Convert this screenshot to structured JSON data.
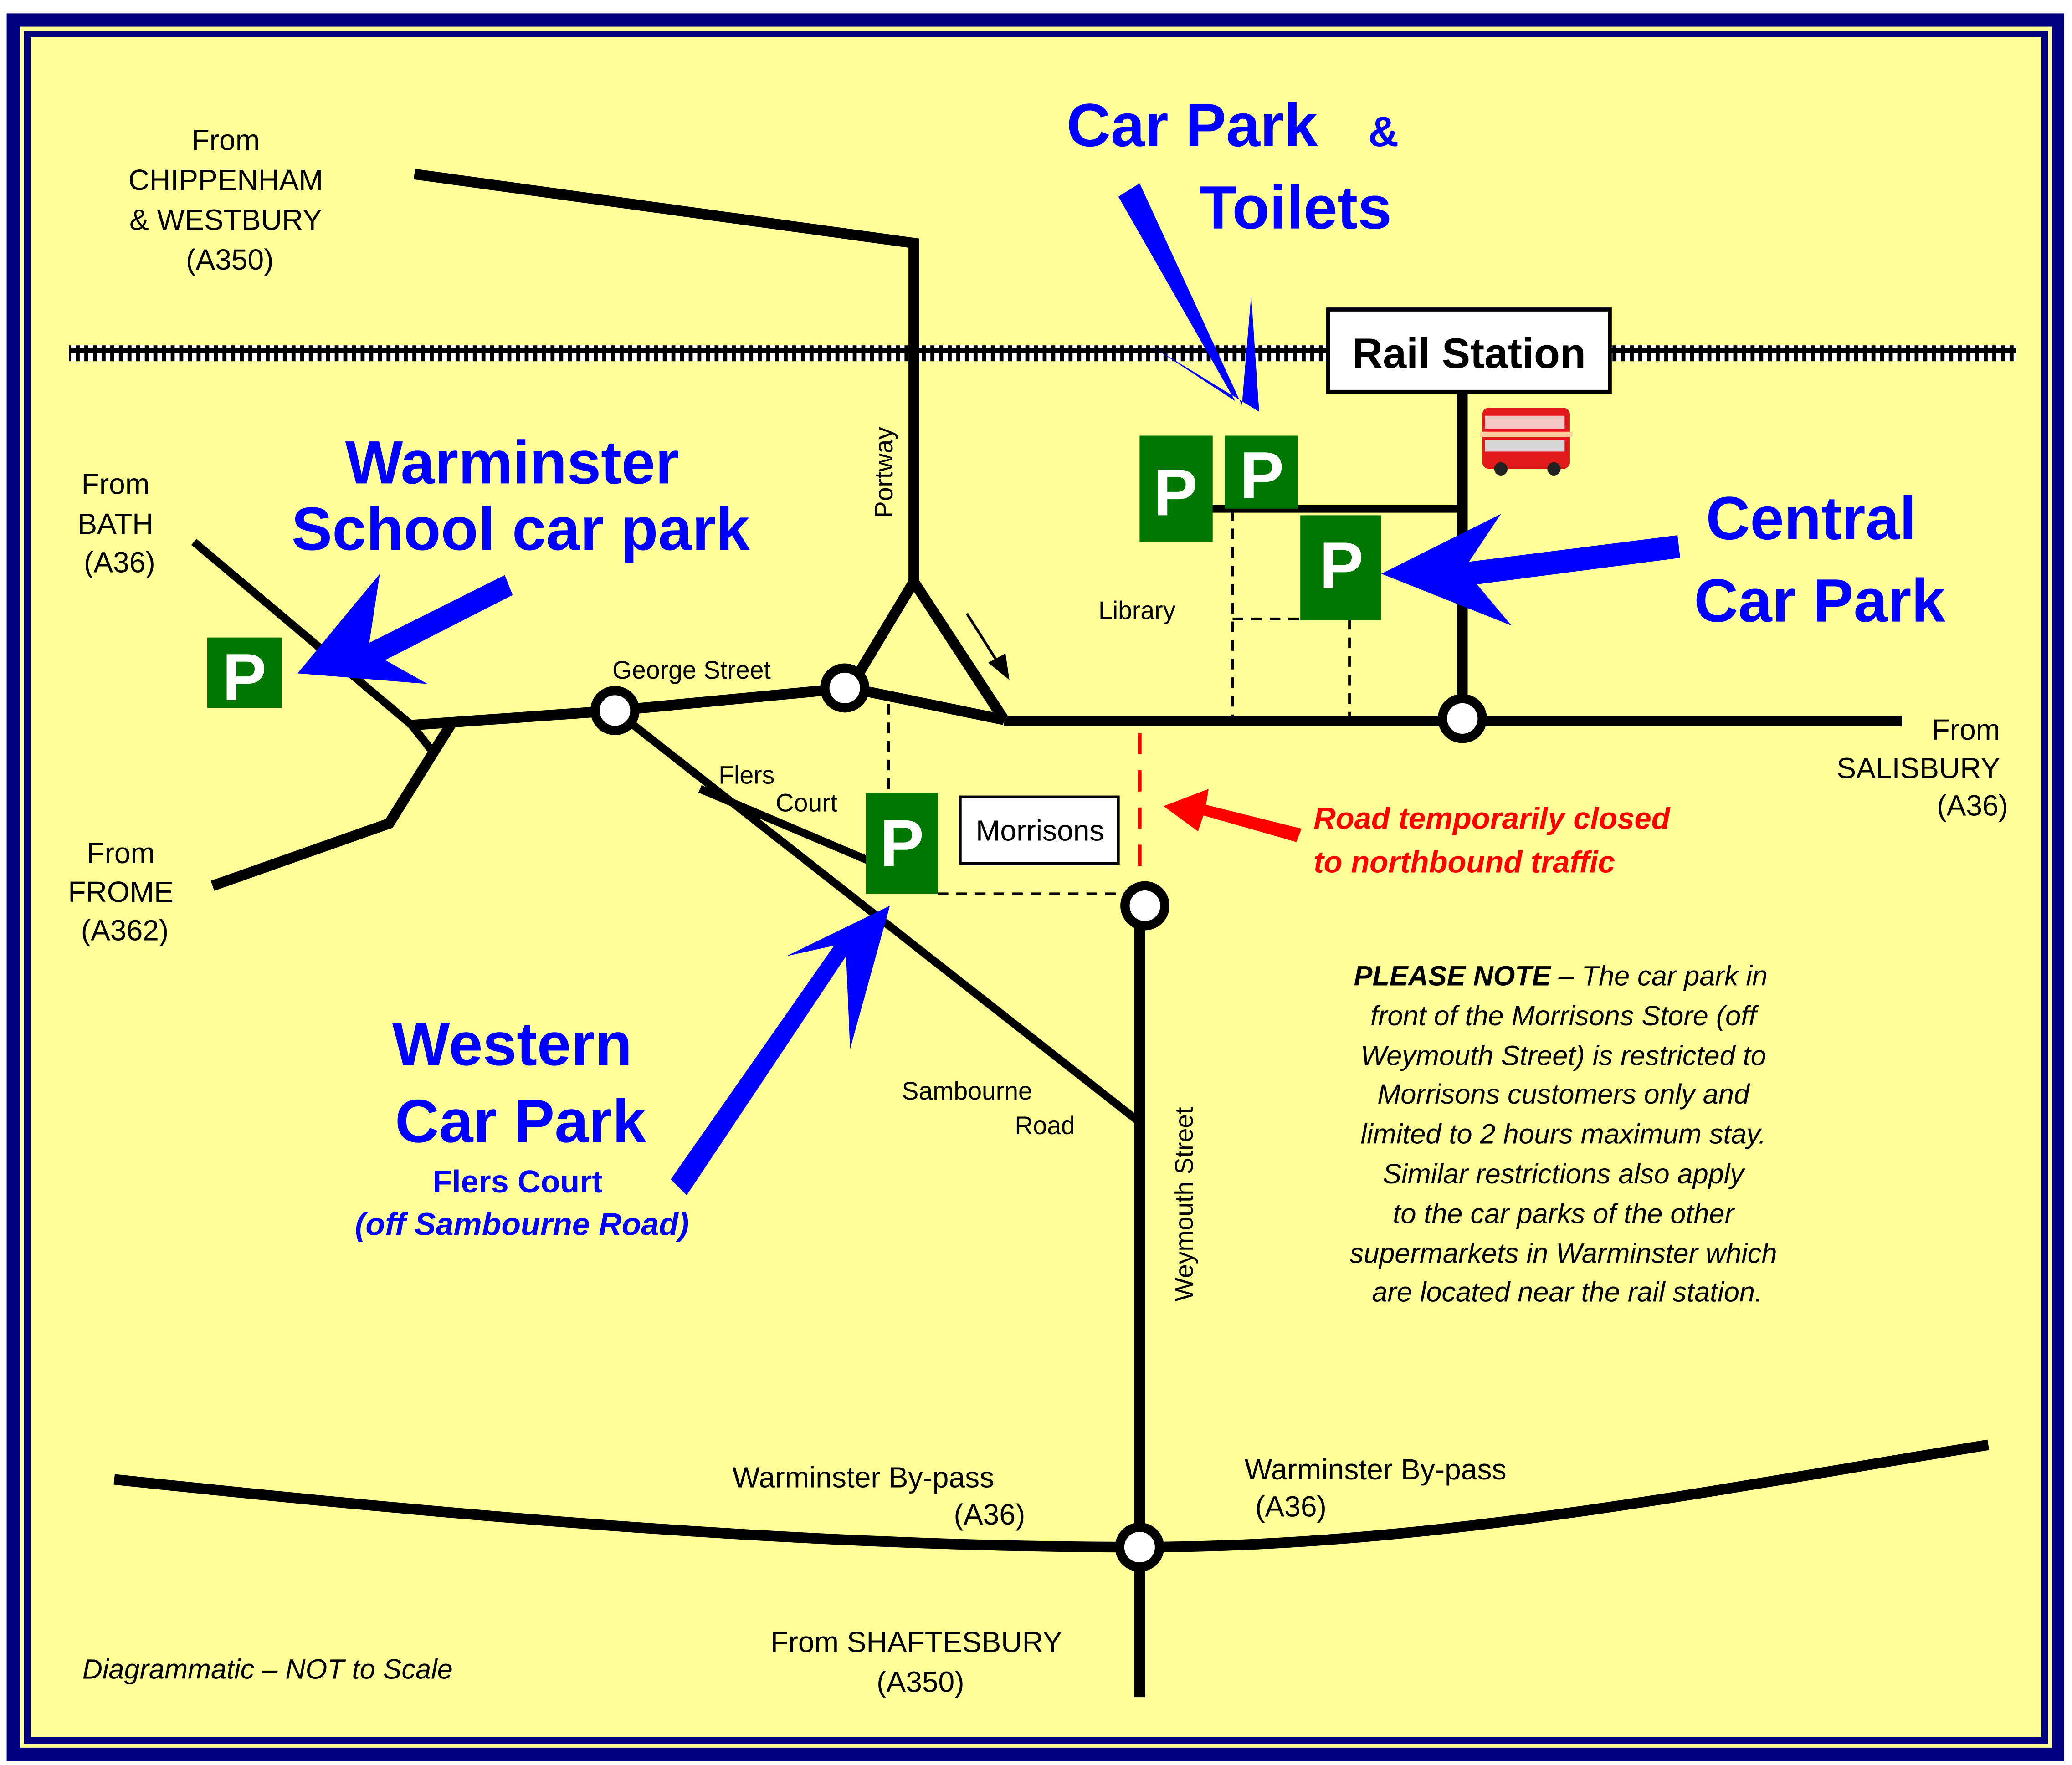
{
  "map": {
    "colors": {
      "background": "#ffff99",
      "frame": "#000080",
      "car_park_sign": "#007700",
      "callout_blue": "#0000ff",
      "closure_red": "#ff0000"
    },
    "origins": {
      "chippenham": [
        "From",
        "CHIPPENHAM",
        "& WESTBURY",
        "(A350)"
      ],
      "bath": [
        "From",
        "BATH",
        "(A36)"
      ],
      "frome": [
        "From",
        "FROME",
        "(A362)"
      ],
      "salisbury": [
        "From",
        "SALISBURY",
        "(A36)"
      ],
      "shaftesbury": [
        "From SHAFTESBURY",
        "(A350)"
      ]
    },
    "streets": {
      "portway": "Portway",
      "george_street": "George Street",
      "flers_court": [
        "Flers",
        "Court"
      ],
      "sambourne_road": [
        "Sambourne",
        "Road"
      ],
      "weymouth_street": "Weymouth Street",
      "bypass_west": [
        "Warminster By-pass",
        "(A36)"
      ],
      "bypass_east": [
        "Warminster By-pass",
        "(A36)"
      ]
    },
    "places": {
      "rail_station": "Rail Station",
      "library": "Library",
      "morrisons": "Morrisons",
      "bus_icon": "red-double-decker-bus"
    },
    "car_park_symbol": "P",
    "callouts": {
      "car_park_toilets": [
        "Car Park",
        "&",
        "Toilets"
      ],
      "warminster_school": [
        "Warminster",
        "School car park"
      ],
      "central": [
        "Central",
        "Car Park"
      ],
      "western": [
        "Western",
        "Car Park"
      ],
      "western_sub": [
        "Flers Court",
        "(off Sambourne Road)"
      ]
    },
    "closure_notice": [
      "Road temporarily closed",
      "to northbound traffic"
    ],
    "please_note": {
      "lead": "PLEASE NOTE",
      "lines": [
        " – The car park in",
        "front of the Morrisons Store (off",
        "Weymouth Street) is restricted to",
        "Morrisons customers only and",
        "limited to 2 hours maximum stay.",
        "Similar restrictions also apply",
        "to the car parks of the other",
        "supermarkets in Warminster which",
        "are located near the rail station."
      ]
    },
    "scale_note": "Diagrammatic – NOT to Scale"
  }
}
